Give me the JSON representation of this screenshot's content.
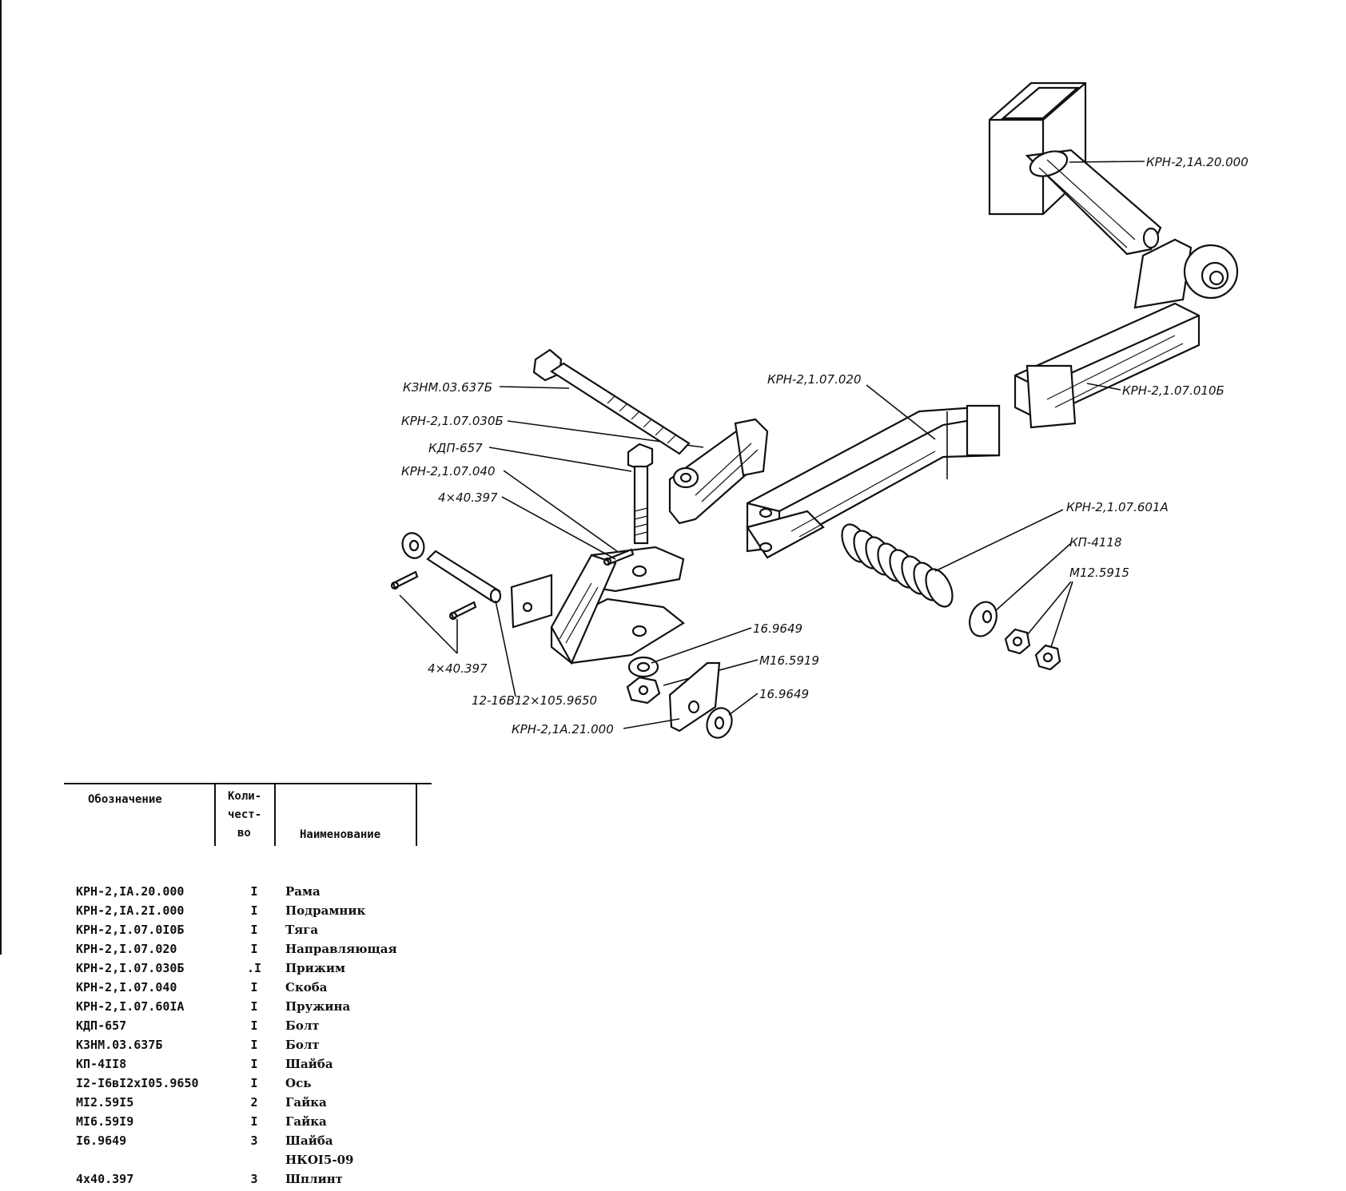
{
  "callouts": {
    "frame": "КРН-2,1А.20.000",
    "rod": "КРН-2,1.07.010Б",
    "guide": "КРН-2,1.07.020",
    "spring": "КРН-2,1.07.601А",
    "washer_kp": "КП-4118",
    "nut_m12": "М12.5915",
    "bolt_kzn": "КЗНМ.03.637Б",
    "clamp": "КРН-2,1.07.030Б",
    "bolt_kdp": "КДП-657",
    "bracket": "КРН-2,1.07.040",
    "pin_upper": "4×40.397",
    "pin_lower": "4×40.397",
    "axle": "12-16В12×105.9650",
    "washer_16a": "16.9649",
    "nut_m16": "М16.5919",
    "washer_16b": "16.9649",
    "subframe": "КРН-2,1А.21.000"
  },
  "table": {
    "headers": {
      "designation": "Обозначение",
      "qty_line1": "Коли-",
      "qty_line2": "чест-",
      "qty_line3": "во",
      "name": "Наименование"
    },
    "rows": [
      {
        "code": "КРН-2,IА.20.000",
        "qty": "I",
        "name": "Рама"
      },
      {
        "code": "КРН-2,IА.2I.000",
        "qty": "I",
        "name": "Подрамник"
      },
      {
        "code": "КРН-2,I.07.0I0Б",
        "qty": "I",
        "name": "Тяга"
      },
      {
        "code": "КРН-2,I.07.020",
        "qty": "I",
        "name": "Направляющая"
      },
      {
        "code": "КРН-2,I.07.030Б",
        "qty": ".I",
        "name": "Прижим"
      },
      {
        "code": "КРН-2,I.07.040",
        "qty": "I",
        "name": "Скоба"
      },
      {
        "code": "КРН-2,I.07.60IА",
        "qty": "I",
        "name": "Пружина"
      },
      {
        "code": "КДП-657",
        "qty": "I",
        "name": "Болт"
      },
      {
        "code": "КЗНМ.03.637Б",
        "qty": "I",
        "name": "Болт"
      },
      {
        "code": "КП-4II8",
        "qty": "I",
        "name": "Шайба"
      },
      {
        "code": "I2-I6вI2хI05.9650",
        "qty": "I",
        "name": "Ось"
      },
      {
        "code": "МI2.59I5",
        "qty": "2",
        "name": "Гайка"
      },
      {
        "code": "МI6.59I9",
        "qty": "I",
        "name": "Гайка"
      },
      {
        "code": "I6.9649",
        "qty": "3",
        "name": "Шайба"
      },
      {
        "code": "",
        "qty": "",
        "name": "НКОI5-09"
      },
      {
        "code": "4х40.397",
        "qty": "3",
        "name": "Шплинт"
      }
    ]
  }
}
